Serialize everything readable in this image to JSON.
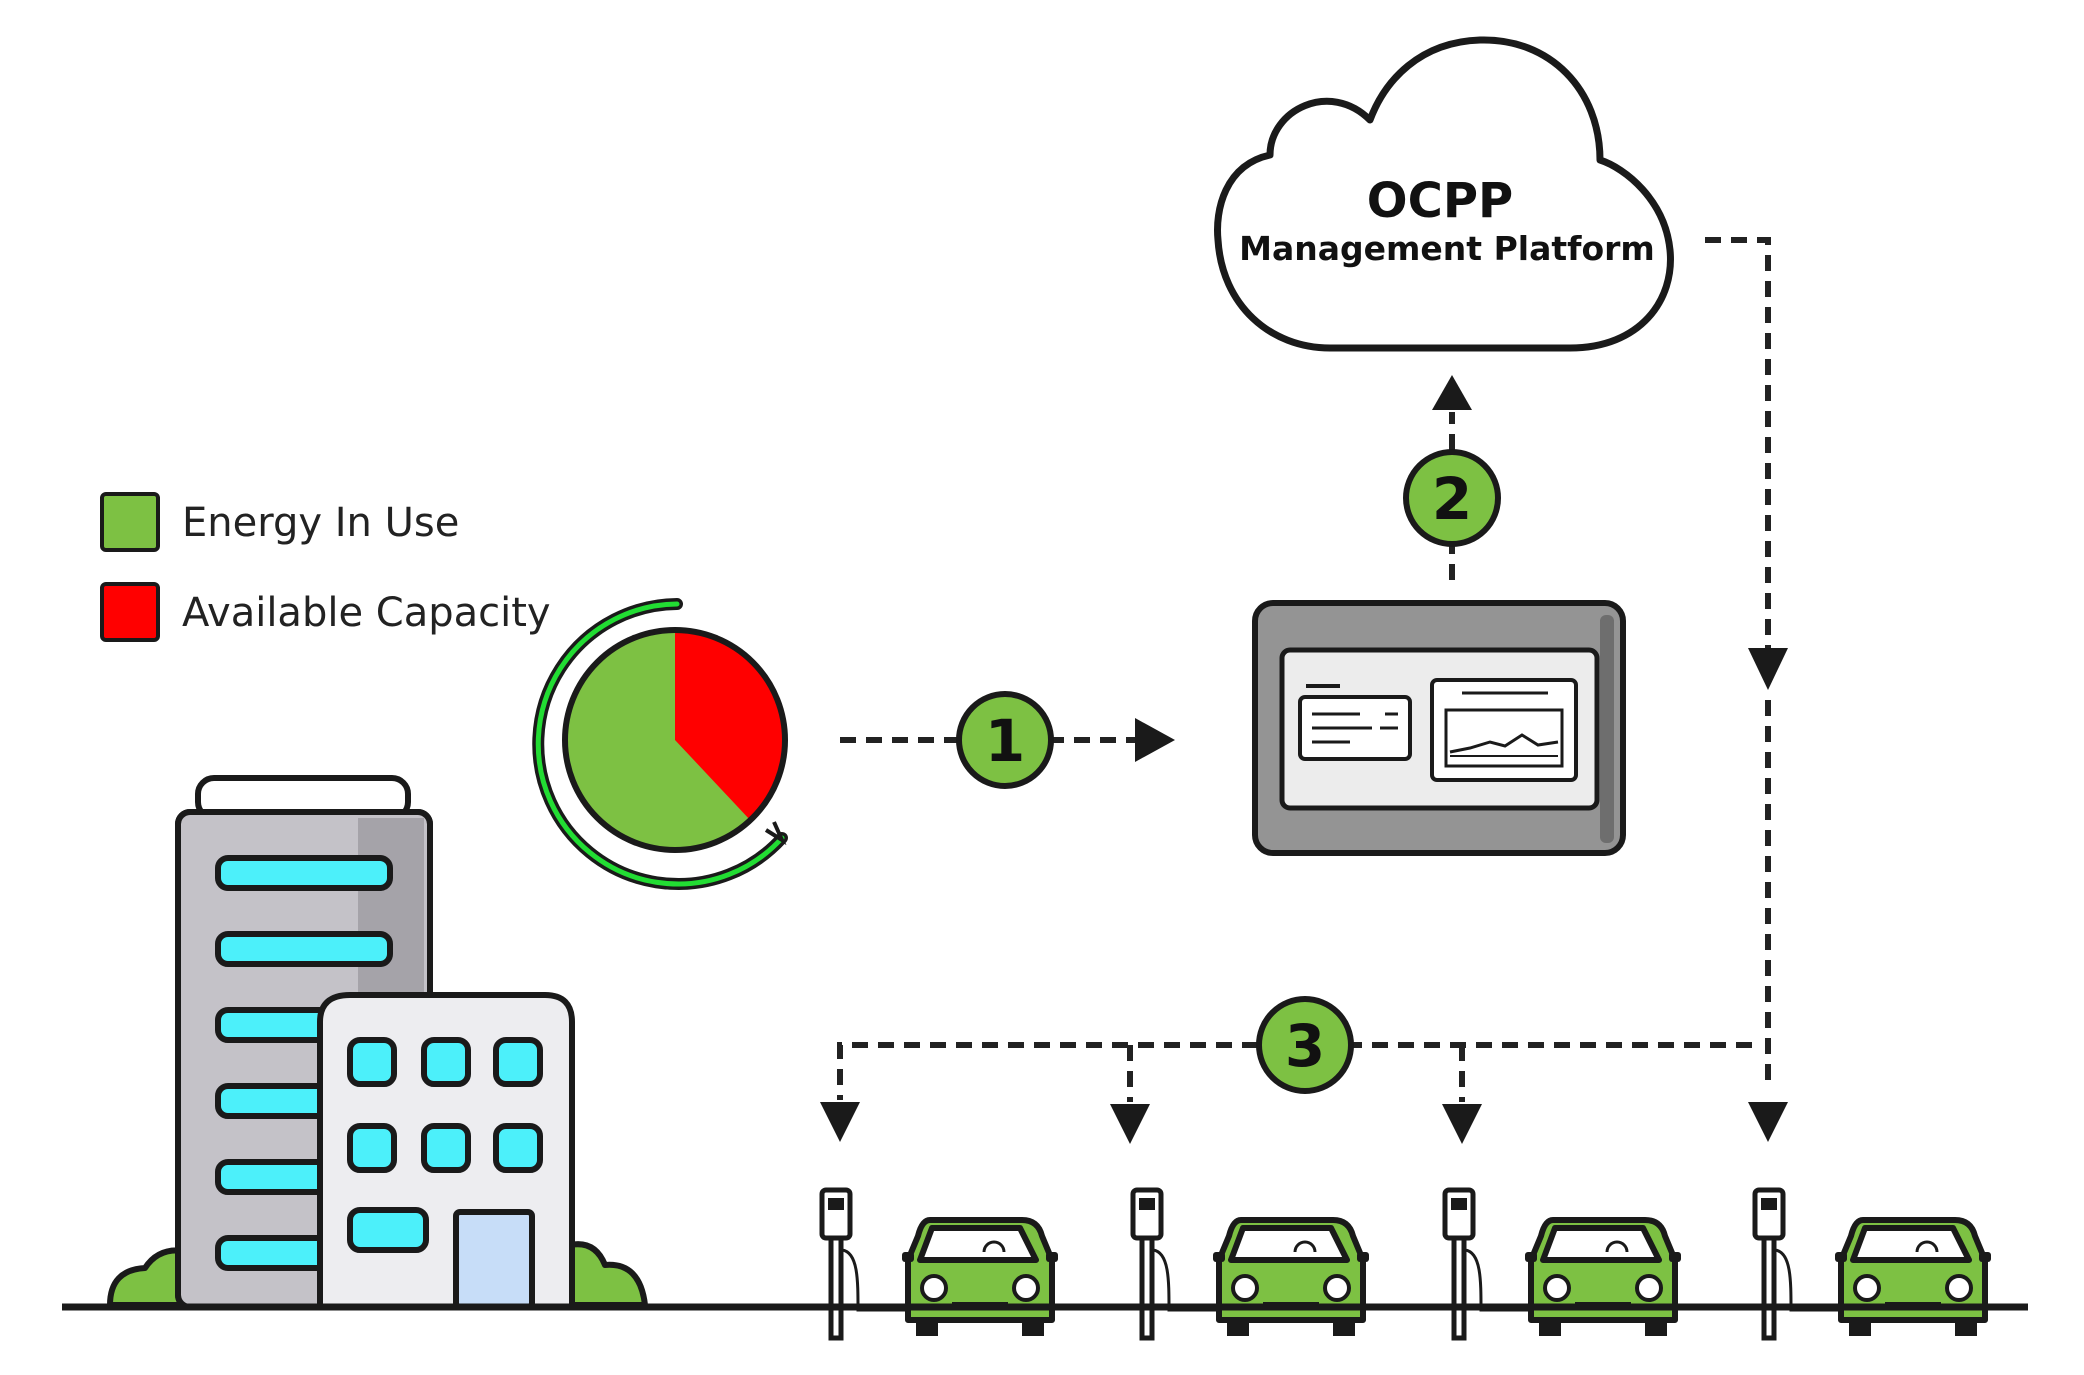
{
  "cloud": {
    "title": "OCPP",
    "subtitle": "Management Platform"
  },
  "legend": [
    {
      "label": "Energy In Use",
      "color": "#7DC143"
    },
    {
      "label": "Available Capacity",
      "color": "#FF0000"
    }
  ],
  "pie": {
    "energy_in_use_fraction": 0.62,
    "available_fraction": 0.38
  },
  "steps": [
    "1",
    "2",
    "3"
  ],
  "colors": {
    "green": "#7DC143",
    "red": "#FF0000",
    "window": "#4CF0FA",
    "stroke": "#1a1a1a"
  }
}
